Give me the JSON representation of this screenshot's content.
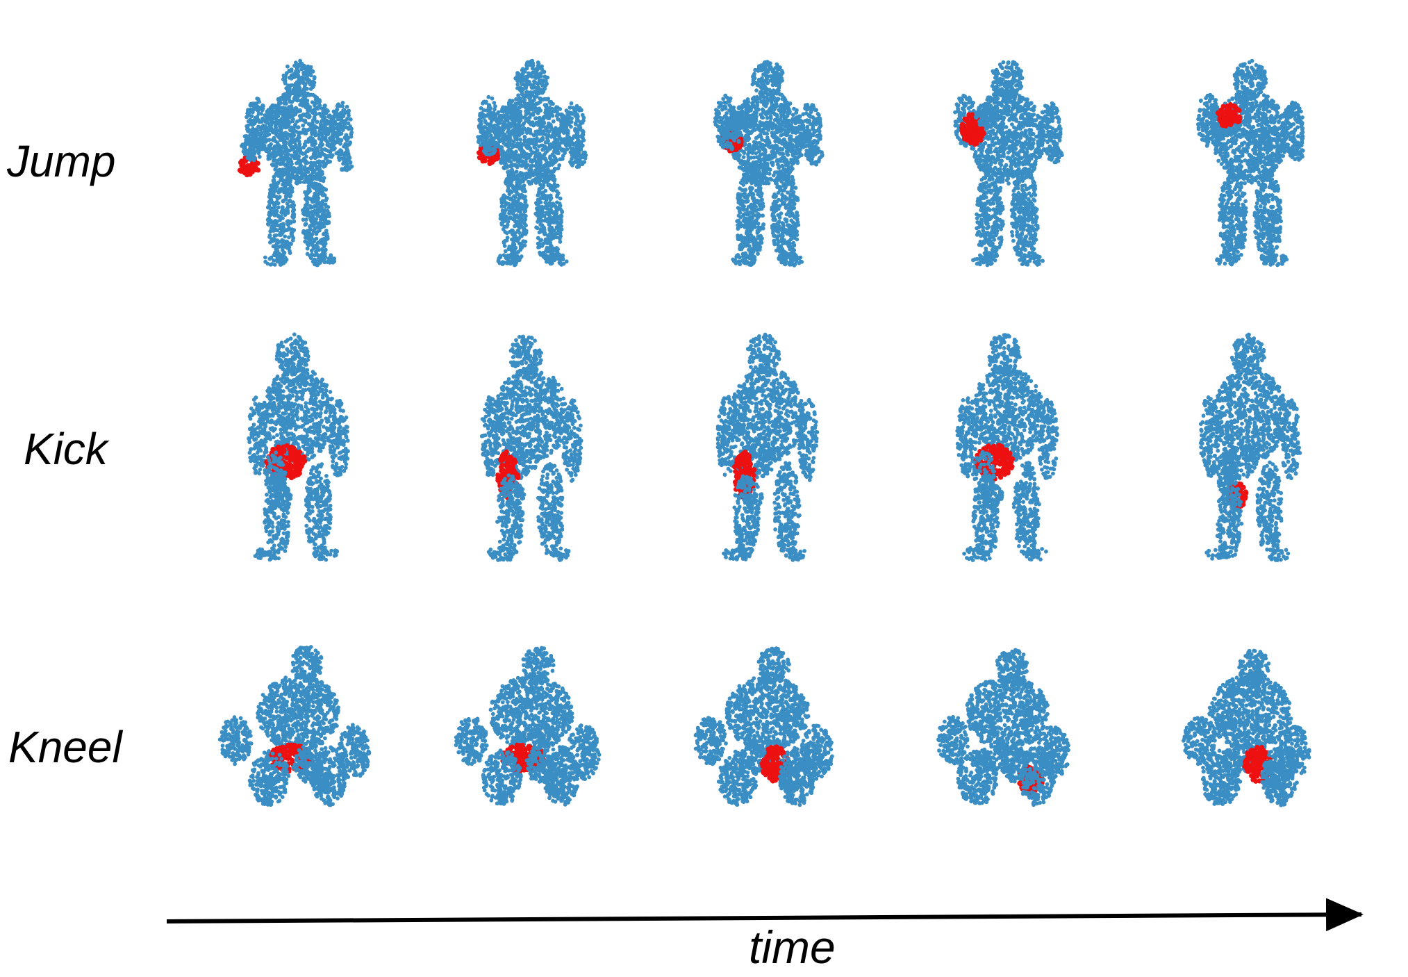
{
  "rows": [
    {
      "label": "Jump",
      "pose": "jump"
    },
    {
      "label": "Kick",
      "pose": "kick"
    },
    {
      "label": "Kneel",
      "pose": "kneel"
    }
  ],
  "frames_per_row": 5,
  "axis": {
    "label": "time",
    "direction": "left-to-right"
  },
  "colors": {
    "points": "#3a8ec4",
    "highlight": "#ee1111",
    "axis": "#000000",
    "background": "#ffffff"
  },
  "highlights": {
    "jump": [
      "right-hand",
      "right-hand",
      "right-hand",
      "right-forearm",
      "right-chest"
    ],
    "kick": [
      "hip",
      "left-thigh",
      "left-thigh",
      "hip",
      "left-knee"
    ],
    "kneel": [
      "hip",
      "hip",
      "right-thigh",
      "right-knee",
      "right-thigh"
    ]
  }
}
